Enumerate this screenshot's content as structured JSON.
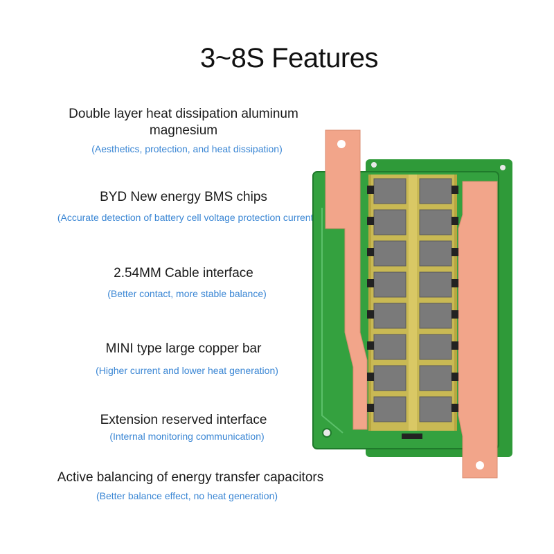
{
  "title": "3~8S Features",
  "features": [
    {
      "title": "Double layer heat dissipation aluminum magnesium",
      "subtitle": "(Aesthetics, protection, and heat dissipation)"
    },
    {
      "title": "BYD New energy BMS chips",
      "subtitle": "(Accurate detection of battery cell voltage protection current)"
    },
    {
      "title": "2.54MM Cable interface",
      "subtitle": "(Better contact, more stable balance)"
    },
    {
      "title": "MINI type large copper bar",
      "subtitle": "(Higher current and lower heat generation)"
    },
    {
      "title": "Extension reserved interface",
      "subtitle": "(Internal monitoring communication)"
    },
    {
      "title": "Active balancing of energy transfer capacitors",
      "subtitle": "(Better balance effect, no heat generation)"
    }
  ],
  "colors": {
    "subtitle": "#3a86d4",
    "pcb": "#2e9b3a",
    "pcb_dark": "#1f7a2b",
    "copper": "#f2a58a",
    "chip": "#7a7a7a",
    "gold": "#c8b84a"
  }
}
